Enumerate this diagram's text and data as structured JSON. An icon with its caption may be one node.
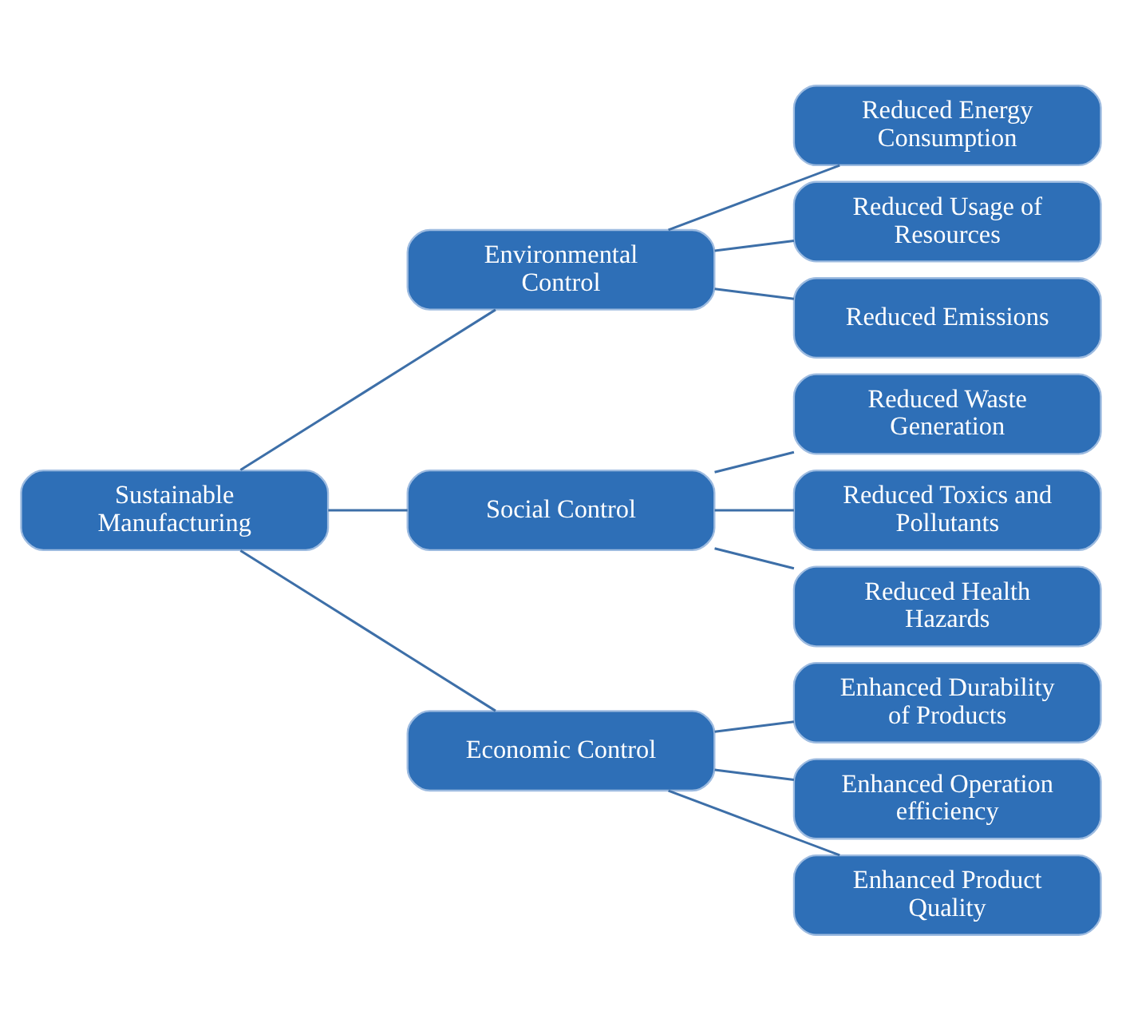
{
  "diagram": {
    "nodes": [
      {
        "text": [
          "Sustainable Manufacturing"
        ]
      },
      {
        "text": [
          "Environmental Control"
        ]
      },
      {
        "text": [
          "Social Control"
        ]
      },
      {
        "text": [
          "Economic Control"
        ]
      },
      {
        "text": [
          "Reduced Energy Consumption"
        ]
      },
      {
        "text": [
          "Reduced Usage of Resources"
        ]
      },
      {
        "text": [
          "Reduced Emissions"
        ]
      },
      {
        "text": [
          "Reduced Waste Generation"
        ]
      },
      {
        "text": [
          "Reduced Toxics and Pollutants"
        ]
      },
      {
        "text": [
          "Reduced Health Hazards"
        ]
      },
      {
        "text": [
          "Enhanced Durability of Products"
        ]
      },
      {
        "text": [
          "Enhanced Operation efficiency"
        ]
      },
      {
        "text": [
          "Enhanced Product Quality"
        ]
      }
    ],
    "edges": [
      {
        "from": 0,
        "to": 1,
        "arrow": "none"
      },
      {
        "from": 0,
        "to": 2,
        "arrow": "none"
      },
      {
        "from": 0,
        "to": 3,
        "arrow": "none"
      },
      {
        "from": 1,
        "to": 4,
        "arrow": "none"
      },
      {
        "from": 1,
        "to": 5,
        "arrow": "none"
      },
      {
        "from": 1,
        "to": 6,
        "arrow": "none"
      },
      {
        "from": 2,
        "to": 7,
        "arrow": "none"
      },
      {
        "from": 2,
        "to": 8,
        "arrow": "none"
      },
      {
        "from": 2,
        "to": 9,
        "arrow": "none"
      },
      {
        "from": 3,
        "to": 10,
        "arrow": "none"
      },
      {
        "from": 3,
        "to": 11,
        "arrow": "none"
      },
      {
        "from": 3,
        "to": 12,
        "arrow": "none"
      }
    ]
  }
}
